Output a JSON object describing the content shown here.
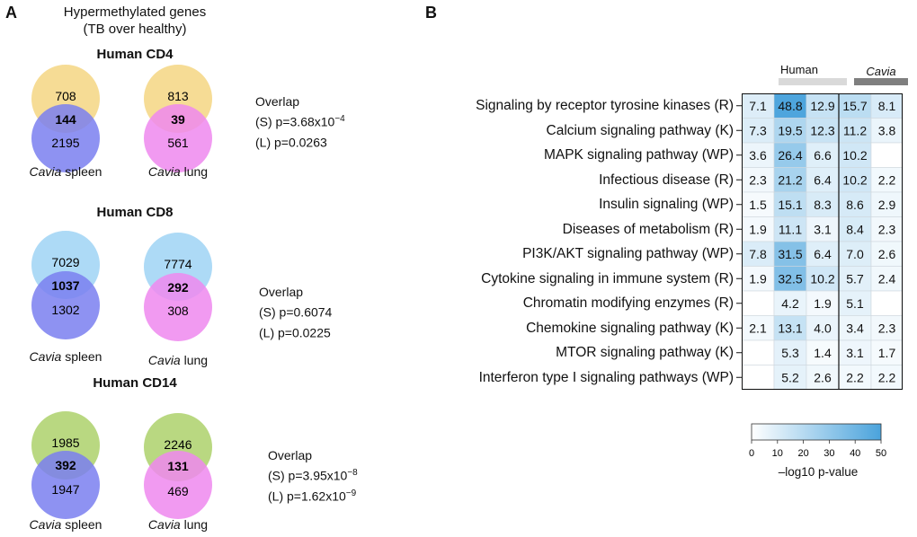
{
  "panel_a": {
    "letter": "A",
    "title_line1": "Hypermethylated genes",
    "title_line2": "(TB over healthy)",
    "sections": [
      {
        "name": "Human CD4",
        "spleen": {
          "top": "708",
          "overlap": "144",
          "bottom": "2195",
          "species": "Cavia",
          "tissue": " spleen"
        },
        "lung": {
          "top": "813",
          "overlap": "39",
          "bottom": "561",
          "species": "Cavia",
          "tissue": " lung"
        },
        "overlap_title": "Overlap",
        "s_text": "(S) p=3.68x10",
        "s_exp": "−4",
        "l_text": "(L) p=0.0263",
        "l_exp": ""
      },
      {
        "name": "Human CD8",
        "spleen": {
          "top": "7029",
          "overlap": "1037",
          "bottom": "1302",
          "species": "Cavia",
          "tissue": " spleen"
        },
        "lung": {
          "top": "7774",
          "overlap": "292",
          "bottom": "308",
          "species": "Cavia",
          "tissue": " lung"
        },
        "overlap_title": "Overlap",
        "s_text": "(S) p=0.6074",
        "s_exp": "",
        "l_text": "(L) p=0.0225",
        "l_exp": ""
      },
      {
        "name": "Human CD14",
        "spleen": {
          "top": "1985",
          "overlap": "392",
          "bottom": "1947",
          "species": "Cavia",
          "tissue": " spleen"
        },
        "lung": {
          "top": "2246",
          "overlap": "131",
          "bottom": "469",
          "species": "Cavia",
          "tissue": " lung"
        },
        "overlap_title": "Overlap",
        "s_text": "(S) p=3.95x10",
        "s_exp": "−8",
        "l_text": "(L) p=1.62x10",
        "l_exp": "−9"
      }
    ],
    "colors": {
      "cd4_top": "#f5d88a",
      "cd8_top": "#a9d8f5",
      "cd14_top": "#b5d67a",
      "spleen_bottom": "#7a7ff0",
      "lung_bottom": "#ee88ee"
    }
  },
  "panel_b": {
    "letter": "B",
    "group_human": "Human",
    "group_cavia": "Cavia",
    "rows": [
      {
        "label": "Signaling by receptor tyrosine kinases (R)",
        "values": [
          "7.1",
          "48.8",
          "12.9",
          "15.7",
          "8.1"
        ]
      },
      {
        "label": "Calcium signaling pathway (K)",
        "values": [
          "7.3",
          "19.5",
          "12.3",
          "11.2",
          "3.8"
        ]
      },
      {
        "label": "MAPK signaling pathway (WP)",
        "values": [
          "3.6",
          "26.4",
          "6.6",
          "10.2",
          ""
        ]
      },
      {
        "label": "Infectious disease (R)",
        "values": [
          "2.3",
          "21.2",
          "6.4",
          "10.2",
          "2.2"
        ]
      },
      {
        "label": "Insulin signaling (WP)",
        "values": [
          "1.5",
          "15.1",
          "8.3",
          "8.6",
          "2.9"
        ]
      },
      {
        "label": "Diseases of metabolism (R)",
        "values": [
          "1.9",
          "11.1",
          "3.1",
          "8.4",
          "2.3"
        ]
      },
      {
        "label": "PI3K/AKT signaling pathway (WP)",
        "values": [
          "7.8",
          "31.5",
          "6.4",
          "7.0",
          "2.6"
        ]
      },
      {
        "label": "Cytokine signaling in immune system (R)",
        "values": [
          "1.9",
          "32.5",
          "10.2",
          "5.7",
          "2.4"
        ]
      },
      {
        "label": "Chromatin modifying enzymes (R)",
        "values": [
          "",
          "4.2",
          "1.9",
          "5.1",
          ""
        ]
      },
      {
        "label": "Chemokine signaling pathway (K)",
        "values": [
          "2.1",
          "13.1",
          "4.0",
          "3.4",
          "2.3"
        ]
      },
      {
        "label": "MTOR signaling pathway (K)",
        "values": [
          "",
          "5.3",
          "1.4",
          "3.1",
          "1.7"
        ]
      },
      {
        "label": "Interferon type I signaling pathways (WP)",
        "values": [
          "",
          "5.2",
          "2.6",
          "2.2",
          "2.2"
        ]
      }
    ],
    "colorbar": {
      "ticks": [
        "0",
        "10",
        "20",
        "30",
        "40",
        "50"
      ],
      "label": "–log10 p-value",
      "min": 0,
      "max": 50,
      "color_low": "#ffffff",
      "color_high": "#4aa3dc"
    },
    "group_bar_colors": {
      "human": "#d9d9d9",
      "cavia": "#7f7f7f"
    }
  }
}
